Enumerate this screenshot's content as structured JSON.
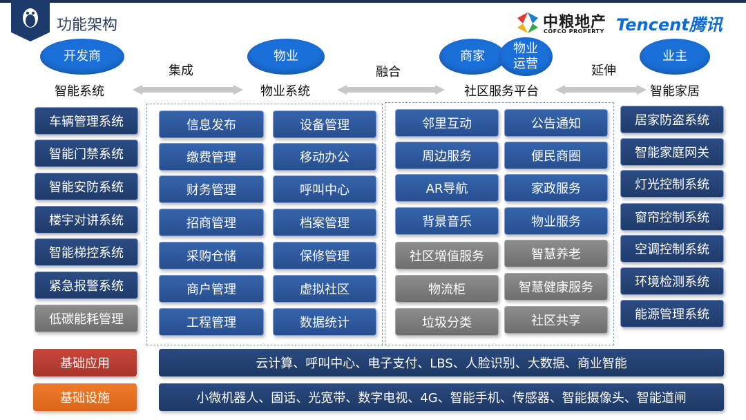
{
  "header": {
    "title": "功能架构"
  },
  "logos": {
    "cofco_cn": "中粮地产",
    "cofco_en": "COFCO PROPERTY",
    "tencent": "Tencent腾讯"
  },
  "roles": {
    "developer": "开发商",
    "property": "物业",
    "merchant": "商家",
    "property_ops_line1": "物业",
    "property_ops_line2": "运营",
    "owner": "业主"
  },
  "systems": {
    "smart": "智能系统",
    "property": "物业系统",
    "community": "社区服务平台",
    "home": "智能家居"
  },
  "connectors": {
    "integrate": "集成",
    "fuse": "融合",
    "extend": "延伸"
  },
  "col1": [
    "车辆管理系统",
    "智能门禁系统",
    "智能安防系统",
    "楼宇对讲系统",
    "智能梯控系统",
    "紧急报警系统",
    "低碳能耗管理"
  ],
  "col2": [
    "信息发布",
    "缴费管理",
    "财务管理",
    "招商管理",
    "采购仓储",
    "商户管理",
    "工程管理"
  ],
  "col3": [
    "设备管理",
    "移动办公",
    "呼叫中心",
    "档案管理",
    "保修管理",
    "虚拟社区",
    "数据统计"
  ],
  "col4": [
    "邻里互动",
    "周边服务",
    "AR导航",
    "背景音乐",
    "社区增值服务",
    "物流柜",
    "垃圾分类"
  ],
  "col5": [
    "公告通知",
    "便民商圈",
    "家政服务",
    "物业服务",
    "智慧养老",
    "智慧健康服务",
    "社区共享"
  ],
  "col6": [
    "居家防盗系统",
    "智能家庭网关",
    "灯光控制系统",
    "窗帘控制系统",
    "空调控制系统",
    "环境检测系统",
    "能源管理系统"
  ],
  "base": {
    "apps_label": "基础应用",
    "apps": "云计算、呼叫中心、电子支付、LBS、人脸识别、大数据、商业智能",
    "infra_label": "基础设施",
    "infra": "小微机器人、固话、光宽带、数字电视、4G、智能手机、传感器、智能摄像头、智能道闸"
  },
  "colors": {
    "navy": "#1f3b6b",
    "blue": "#2f5da3",
    "gray": "#7d7d7d",
    "ellipse": "#1a6fd8",
    "red": "#b83c31",
    "orange": "#e56f20"
  }
}
